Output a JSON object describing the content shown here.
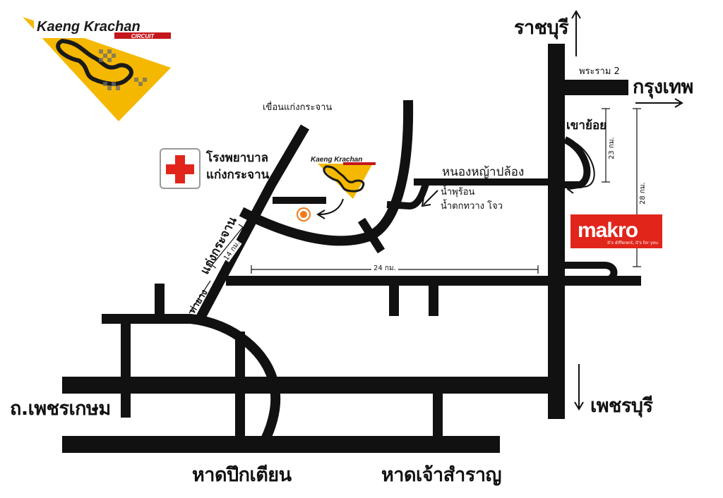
{
  "logo": {
    "main_title": "Kaeng Krachan",
    "sub_title": "CIRCUIT",
    "colors": {
      "yellow": "#f5b800",
      "dark": "#1a1a1a",
      "red": "#c4161c"
    }
  },
  "small_logo": {
    "main_title": "Kaeng Krachan"
  },
  "places": {
    "ratchaburi": "ราชบุรี",
    "bangkok": "กรุงเทพ",
    "rama2": "พระราม 2",
    "khao_yoi": "เขาย้อย",
    "phetchaburi": "เพชรบุรี",
    "phetkasem_road": "ถ.เพชรเกษม",
    "hat_puek_tian": "หาดปึกเตียน",
    "hat_chao_samran": "หาดเจ้าสำราญ",
    "dam": "เขื่อนแก่งกระจาน",
    "hospital_line1": "โรงพยาบาล",
    "hospital_line2": "แก่งกระจาน",
    "nong_ya_plong": "หนองหญ้าปล้อง",
    "hot_spring": "น้ำพุร้อน",
    "waterfall": "น้ำตกทวาง โจว",
    "kaeng_krachan_road": "แก่งกระจาน",
    "tha_yang": "ท่ายาง"
  },
  "distances": {
    "d23": "23 กม.",
    "d28": "28 กม.",
    "d24": "24 กม.",
    "d14": "14 กม."
  },
  "makro": {
    "name": "makro",
    "tagline": "it's different, it's for you",
    "color": "#e1251b"
  },
  "marker_color": "#f07a1a"
}
